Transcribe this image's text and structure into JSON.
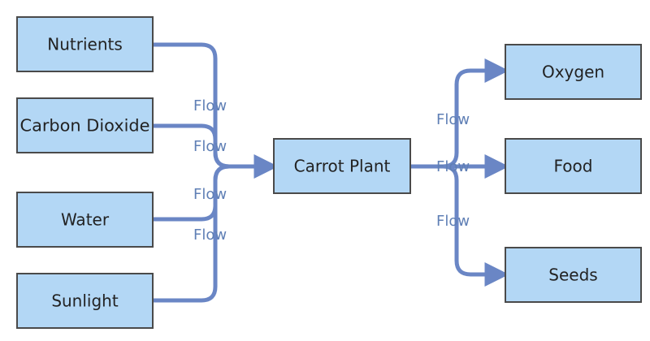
{
  "diagram": {
    "edge_color": "#6a86c5",
    "node_fill": "#b3d7f5",
    "node_border": "#4a4a4a",
    "inputs": [
      {
        "label": "Nutrients"
      },
      {
        "label": "Carbon Dioxide"
      },
      {
        "label": "Water"
      },
      {
        "label": "Sunlight"
      }
    ],
    "center": {
      "label": "Carrot Plant"
    },
    "outputs": [
      {
        "label": "Oxygen"
      },
      {
        "label": "Food"
      },
      {
        "label": "Seeds"
      }
    ],
    "edge_labels": [
      "Flow",
      "Flow",
      "Flow",
      "Flow",
      "Flow",
      "Flow",
      "Flow"
    ]
  }
}
